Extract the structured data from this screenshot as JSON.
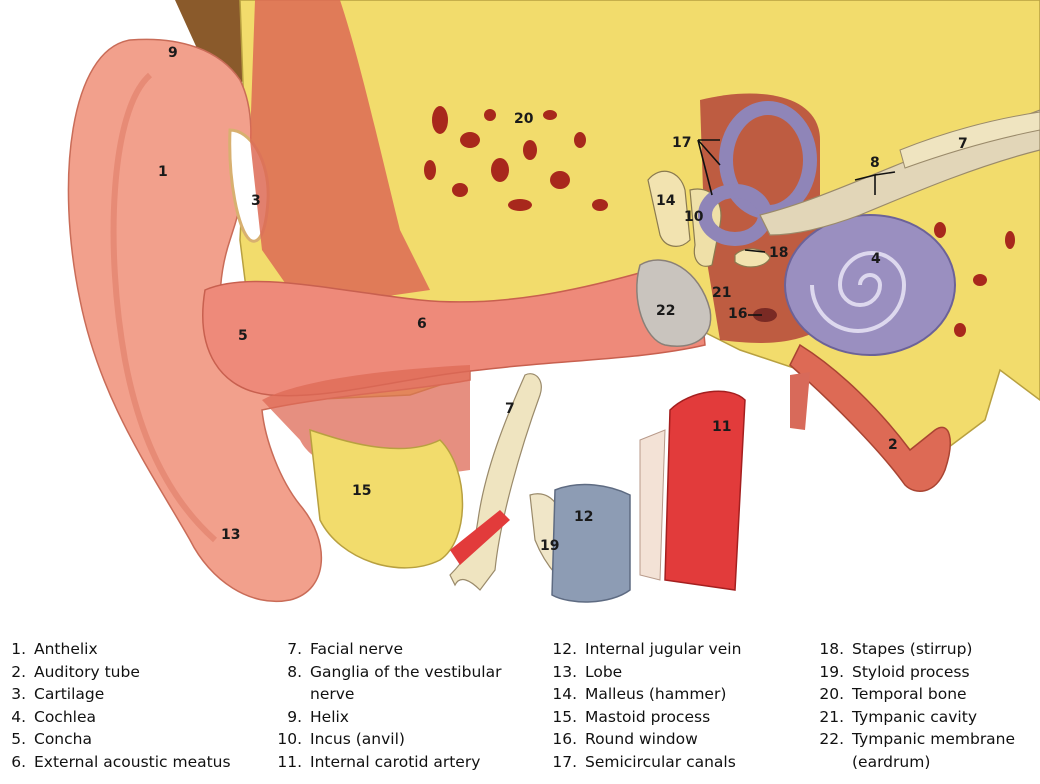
{
  "diagram": {
    "labels": {
      "l1": "1",
      "l2": "2",
      "l3": "3",
      "l4": "4",
      "l5": "5",
      "l6": "6",
      "l7a": "7",
      "l7b": "7",
      "l8": "8",
      "l9": "9",
      "l10": "10",
      "l11": "11",
      "l12": "12",
      "l13": "13",
      "l14": "14",
      "l15": "15",
      "l16": "16",
      "l17": "17",
      "l18": "18",
      "l19": "19",
      "l20": "20",
      "l21": "21",
      "l22": "22"
    }
  },
  "legend": {
    "columns": [
      [
        {
          "n": "1.",
          "t": "Anthelix"
        },
        {
          "n": "2.",
          "t": "Auditory tube"
        },
        {
          "n": "3.",
          "t": "Cartilage"
        },
        {
          "n": "4.",
          "t": "Cochlea"
        },
        {
          "n": "5.",
          "t": "Concha"
        },
        {
          "n": "6.",
          "t": "External acoustic meatus"
        }
      ],
      [
        {
          "n": "7.",
          "t": "Facial nerve"
        },
        {
          "n": "8.",
          "t": "Ganglia of the vestibular"
        },
        {
          "n": "",
          "t": "nerve"
        },
        {
          "n": "9.",
          "t": "Helix"
        },
        {
          "n": "10.",
          "t": "Incus (anvil)"
        },
        {
          "n": "11.",
          "t": "Internal carotid artery"
        }
      ],
      [
        {
          "n": "12.",
          "t": "Internal jugular vein"
        },
        {
          "n": "13.",
          "t": "Lobe"
        },
        {
          "n": "14.",
          "t": "Malleus (hammer)"
        },
        {
          "n": "15.",
          "t": "Mastoid process"
        },
        {
          "n": "16.",
          "t": "Round window"
        },
        {
          "n": "17.",
          "t": "Semicircular canals"
        }
      ],
      [
        {
          "n": "18.",
          "t": "Stapes (stirrup)"
        },
        {
          "n": "19.",
          "t": "Styloid process"
        },
        {
          "n": "20.",
          "t": "Temporal bone"
        },
        {
          "n": "21.",
          "t": "Tympanic cavity"
        },
        {
          "n": "22.",
          "t": "Tympanic membrane"
        },
        {
          "n": "",
          "t": "(eardrum)"
        }
      ]
    ]
  },
  "colors": {
    "bone": "#f2dc6c",
    "skin": "#f2a08c",
    "canal": "#ee8a7a",
    "cochlea": "#9a8fc0",
    "artery": "#e23b3b",
    "vein": "#8d9cb4",
    "nerve": "#efe4c0",
    "cartilage": "#ffffff",
    "muscle": "#dd6a55",
    "hair": "#8a5a2b"
  }
}
